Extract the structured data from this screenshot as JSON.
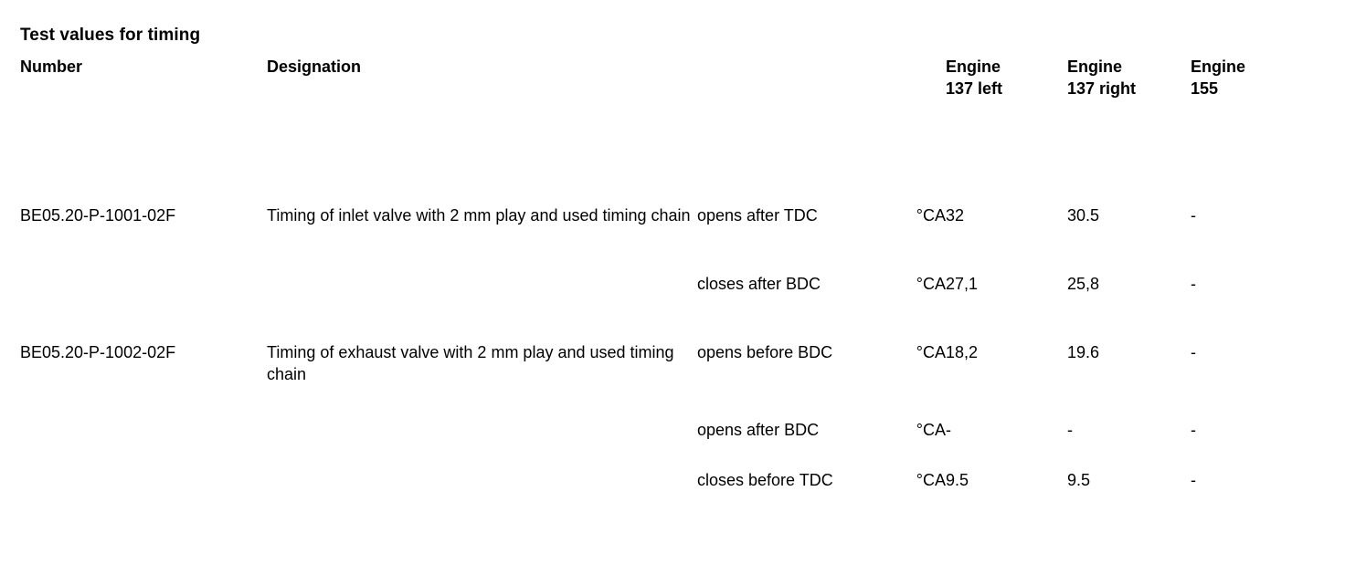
{
  "document": {
    "title": "Test values for timing"
  },
  "table": {
    "headers": {
      "number": "Number",
      "designation": "Designation",
      "parameter": "",
      "engine_137_left_line1": "Engine",
      "engine_137_left_line2": "137 left",
      "engine_137_right_line1": "Engine",
      "engine_137_right_line2": "137 right",
      "engine_155_line1": "Engine",
      "engine_155_line2": "155"
    },
    "rows": [
      {
        "number": "BE05.20-P-1001-02F",
        "designation": "Timing of inlet valve with 2 mm play and used timing chain",
        "measurements": [
          {
            "parameter": "opens after TDC",
            "unit": "°CA",
            "engine_137_left": "32",
            "engine_137_right": "30.5",
            "engine_155": "-"
          },
          {
            "parameter": "closes after BDC",
            "unit": "°CA",
            "engine_137_left": "27,1",
            "engine_137_right": "25,8",
            "engine_155": "-"
          }
        ]
      },
      {
        "number": "BE05.20-P-1002-02F",
        "designation": "Timing of exhaust valve with 2 mm play and used timing chain",
        "measurements": [
          {
            "parameter": "opens before BDC",
            "unit": "°CA",
            "engine_137_left": "18,2",
            "engine_137_right": "19.6",
            "engine_155": "-"
          },
          {
            "parameter": "opens after BDC",
            "unit": "°CA",
            "engine_137_left": "-",
            "engine_137_right": "-",
            "engine_155": "-"
          },
          {
            "parameter": "closes before TDC",
            "unit": "°CA",
            "engine_137_left": "9.5",
            "engine_137_right": "9.5",
            "engine_155": "-"
          }
        ]
      }
    ]
  },
  "colors": {
    "background": "#ffffff",
    "text": "#000000",
    "border": "#000000"
  }
}
